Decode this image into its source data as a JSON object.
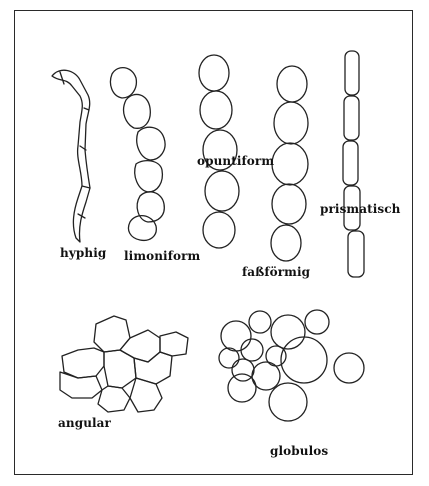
{
  "figure": {
    "labels": {
      "hyphig": "hyphig",
      "limoniform": "limoniform",
      "opuntiform": "opuntiform",
      "fassfoermig": "faßförmig",
      "prismatisch": "prismatisch",
      "angular": "angular",
      "globulos": "globulos"
    }
  }
}
